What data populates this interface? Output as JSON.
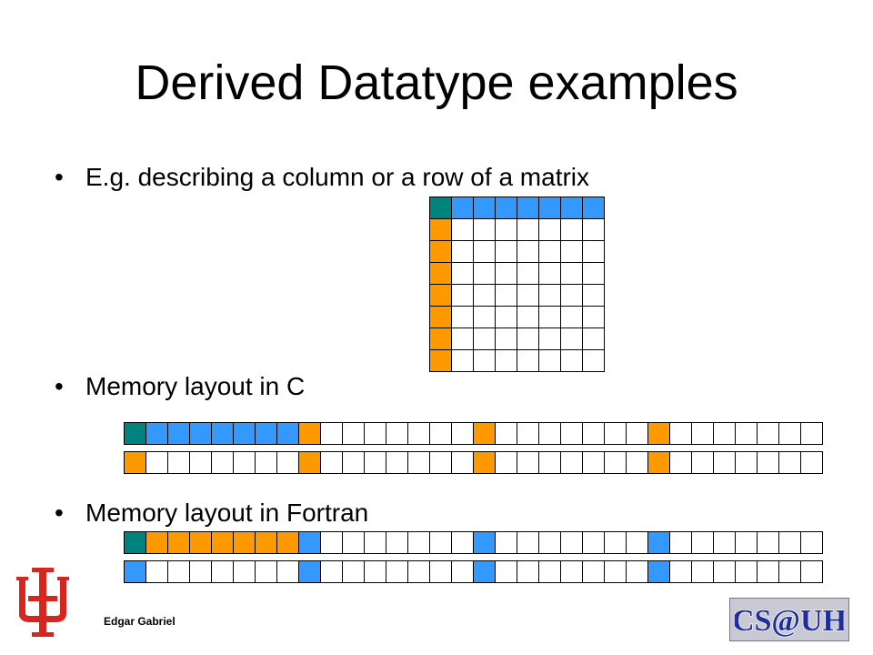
{
  "slide": {
    "title": "Derived Datatype examples",
    "bullets": [
      "E.g. describing a column or a row of a matrix",
      "Memory layout in C",
      "Memory layout in Fortran"
    ],
    "bullet_symbol": "•",
    "footer_name": "Edgar Gabriel"
  },
  "logos": {
    "uh": {
      "name": "uh-logo",
      "color": "#d7261e"
    },
    "csuh": {
      "name": "cs-at-uh-logo",
      "text": "CS@UH",
      "bg": "#c9c9d3",
      "fg": "#1f2e9a"
    }
  },
  "colors": {
    "teal": "#00827f",
    "blue": "#3399ff",
    "orange": "#ff9900",
    "empty": "#ffffff",
    "grid_line": "#000000"
  },
  "matrix": {
    "rows": [
      [
        "teal",
        "blue",
        "blue",
        "blue",
        "blue",
        "blue",
        "blue",
        "blue"
      ],
      [
        "orange",
        "empty",
        "empty",
        "empty",
        "empty",
        "empty",
        "empty",
        "empty"
      ],
      [
        "orange",
        "empty",
        "empty",
        "empty",
        "empty",
        "empty",
        "empty",
        "empty"
      ],
      [
        "orange",
        "empty",
        "empty",
        "empty",
        "empty",
        "empty",
        "empty",
        "empty"
      ],
      [
        "orange",
        "empty",
        "empty",
        "empty",
        "empty",
        "empty",
        "empty",
        "empty"
      ],
      [
        "orange",
        "empty",
        "empty",
        "empty",
        "empty",
        "empty",
        "empty",
        "empty"
      ],
      [
        "orange",
        "empty",
        "empty",
        "empty",
        "empty",
        "empty",
        "empty",
        "empty"
      ],
      [
        "orange",
        "empty",
        "empty",
        "empty",
        "empty",
        "empty",
        "empty",
        "empty"
      ]
    ]
  },
  "memory_c": {
    "strips": [
      [
        "teal",
        "blue",
        "blue",
        "blue",
        "blue",
        "blue",
        "blue",
        "blue",
        "orange",
        "empty",
        "empty",
        "empty",
        "empty",
        "empty",
        "empty",
        "empty",
        "orange",
        "empty",
        "empty",
        "empty",
        "empty",
        "empty",
        "empty",
        "empty",
        "orange",
        "empty",
        "empty",
        "empty",
        "empty",
        "empty",
        "empty",
        "empty"
      ],
      [
        "orange",
        "empty",
        "empty",
        "empty",
        "empty",
        "empty",
        "empty",
        "empty",
        "orange",
        "empty",
        "empty",
        "empty",
        "empty",
        "empty",
        "empty",
        "empty",
        "orange",
        "empty",
        "empty",
        "empty",
        "empty",
        "empty",
        "empty",
        "empty",
        "orange",
        "empty",
        "empty",
        "empty",
        "empty",
        "empty",
        "empty",
        "empty"
      ]
    ]
  },
  "memory_fortran": {
    "strips": [
      [
        "teal",
        "orange",
        "orange",
        "orange",
        "orange",
        "orange",
        "orange",
        "orange",
        "blue",
        "empty",
        "empty",
        "empty",
        "empty",
        "empty",
        "empty",
        "empty",
        "blue",
        "empty",
        "empty",
        "empty",
        "empty",
        "empty",
        "empty",
        "empty",
        "blue",
        "empty",
        "empty",
        "empty",
        "empty",
        "empty",
        "empty",
        "empty"
      ],
      [
        "blue",
        "empty",
        "empty",
        "empty",
        "empty",
        "empty",
        "empty",
        "empty",
        "blue",
        "empty",
        "empty",
        "empty",
        "empty",
        "empty",
        "empty",
        "empty",
        "blue",
        "empty",
        "empty",
        "empty",
        "empty",
        "empty",
        "empty",
        "empty",
        "blue",
        "empty",
        "empty",
        "empty",
        "empty",
        "empty",
        "empty",
        "empty"
      ]
    ]
  }
}
